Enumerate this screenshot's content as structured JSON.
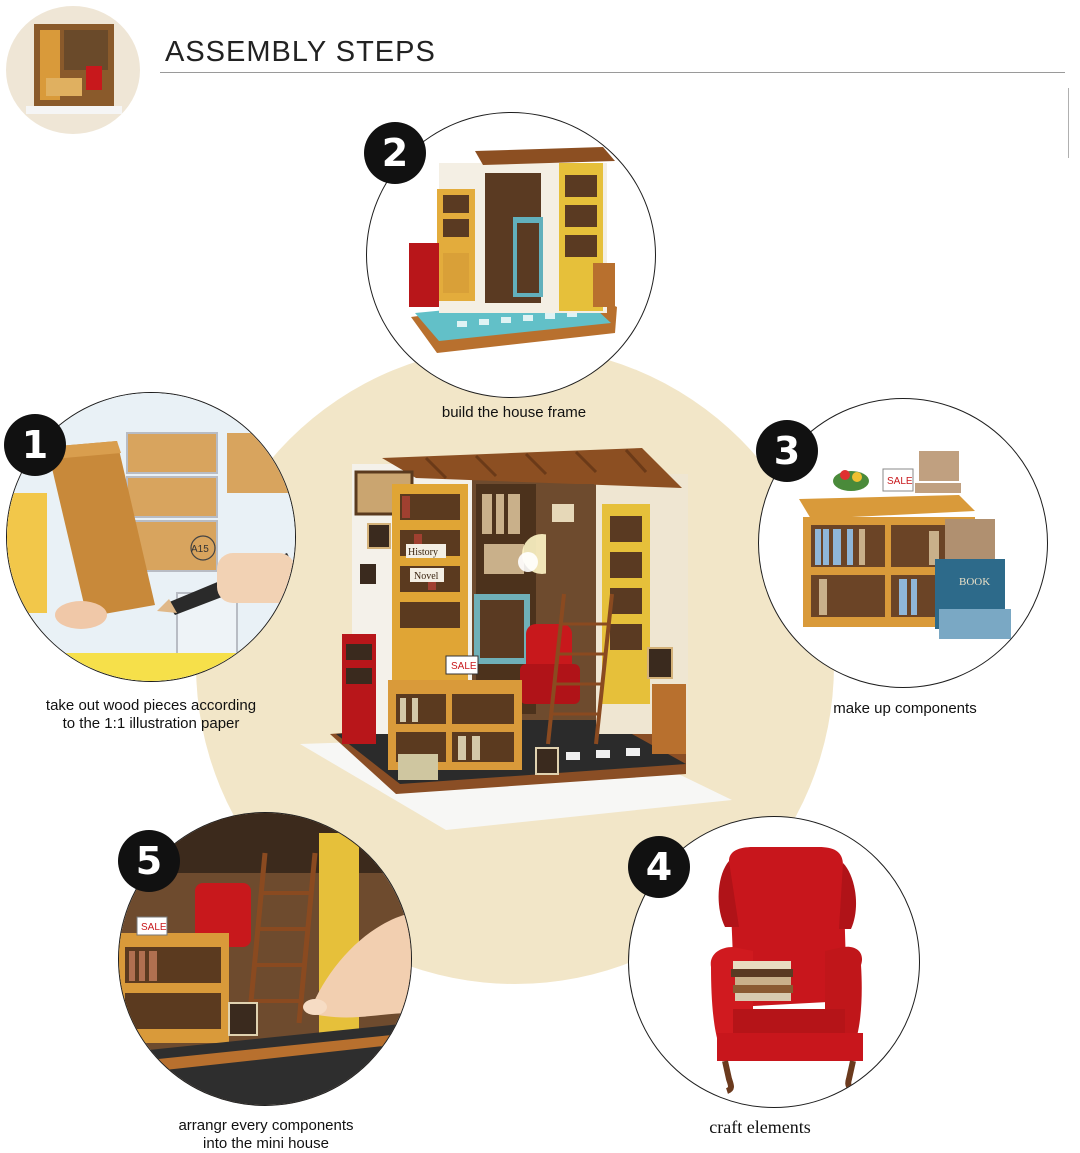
{
  "header": {
    "title": "ASSEMBLY STEPS"
  },
  "steps": [
    {
      "number": "1",
      "caption_line1": "take out wood pieces according",
      "caption_line2": "to the 1:1 illustration paper",
      "paper_label": "A15"
    },
    {
      "number": "2",
      "caption": "build the house frame"
    },
    {
      "number": "3",
      "caption": "make up components",
      "sign_text": "SALE",
      "book_text": "BOOK"
    },
    {
      "number": "4",
      "caption": "craft elements"
    },
    {
      "number": "5",
      "caption_line1": "arrangr every components",
      "caption_line2": "into the mini house",
      "sign_text": "SALE"
    }
  ],
  "center_model": {
    "sign_text": "SALE",
    "label_history": "History",
    "label_novel": "Novel"
  },
  "colors": {
    "background_circle": "#f2e6c8",
    "badge": "#111111",
    "wood": "#b5702e",
    "red": "#c8181c"
  }
}
